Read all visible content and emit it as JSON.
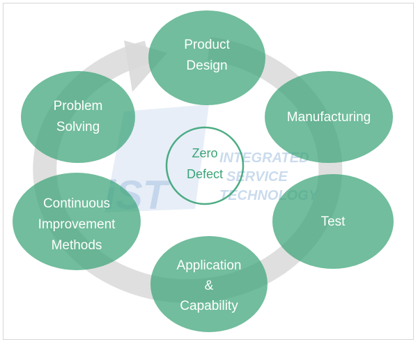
{
  "diagram": {
    "center": {
      "line1": "Zero",
      "line2": "Defect"
    },
    "nodes": [
      {
        "id": "product-design",
        "lines": [
          "Product",
          "Design"
        ]
      },
      {
        "id": "manufacturing",
        "lines": [
          "Manufacturing"
        ]
      },
      {
        "id": "test",
        "lines": [
          "Test"
        ]
      },
      {
        "id": "application-capability",
        "lines": [
          "Application",
          "&",
          "Capability"
        ]
      },
      {
        "id": "continuous-improvement",
        "lines": [
          "Continuous",
          "Improvement",
          "Methods"
        ]
      },
      {
        "id": "problem-solving",
        "lines": [
          "Problem",
          "Solving"
        ]
      }
    ],
    "watermark": {
      "logo": "iST",
      "line1": "INTEGRATED",
      "line2": "SERVICE",
      "line3": "TECHNOLOGY"
    },
    "colors": {
      "node_fill": "#3aa377",
      "node_opacity": 0.72,
      "cycle_arrow": "#d9d9d9",
      "center_ring": "#3aa377",
      "watermark": "#b9cfe8"
    }
  }
}
